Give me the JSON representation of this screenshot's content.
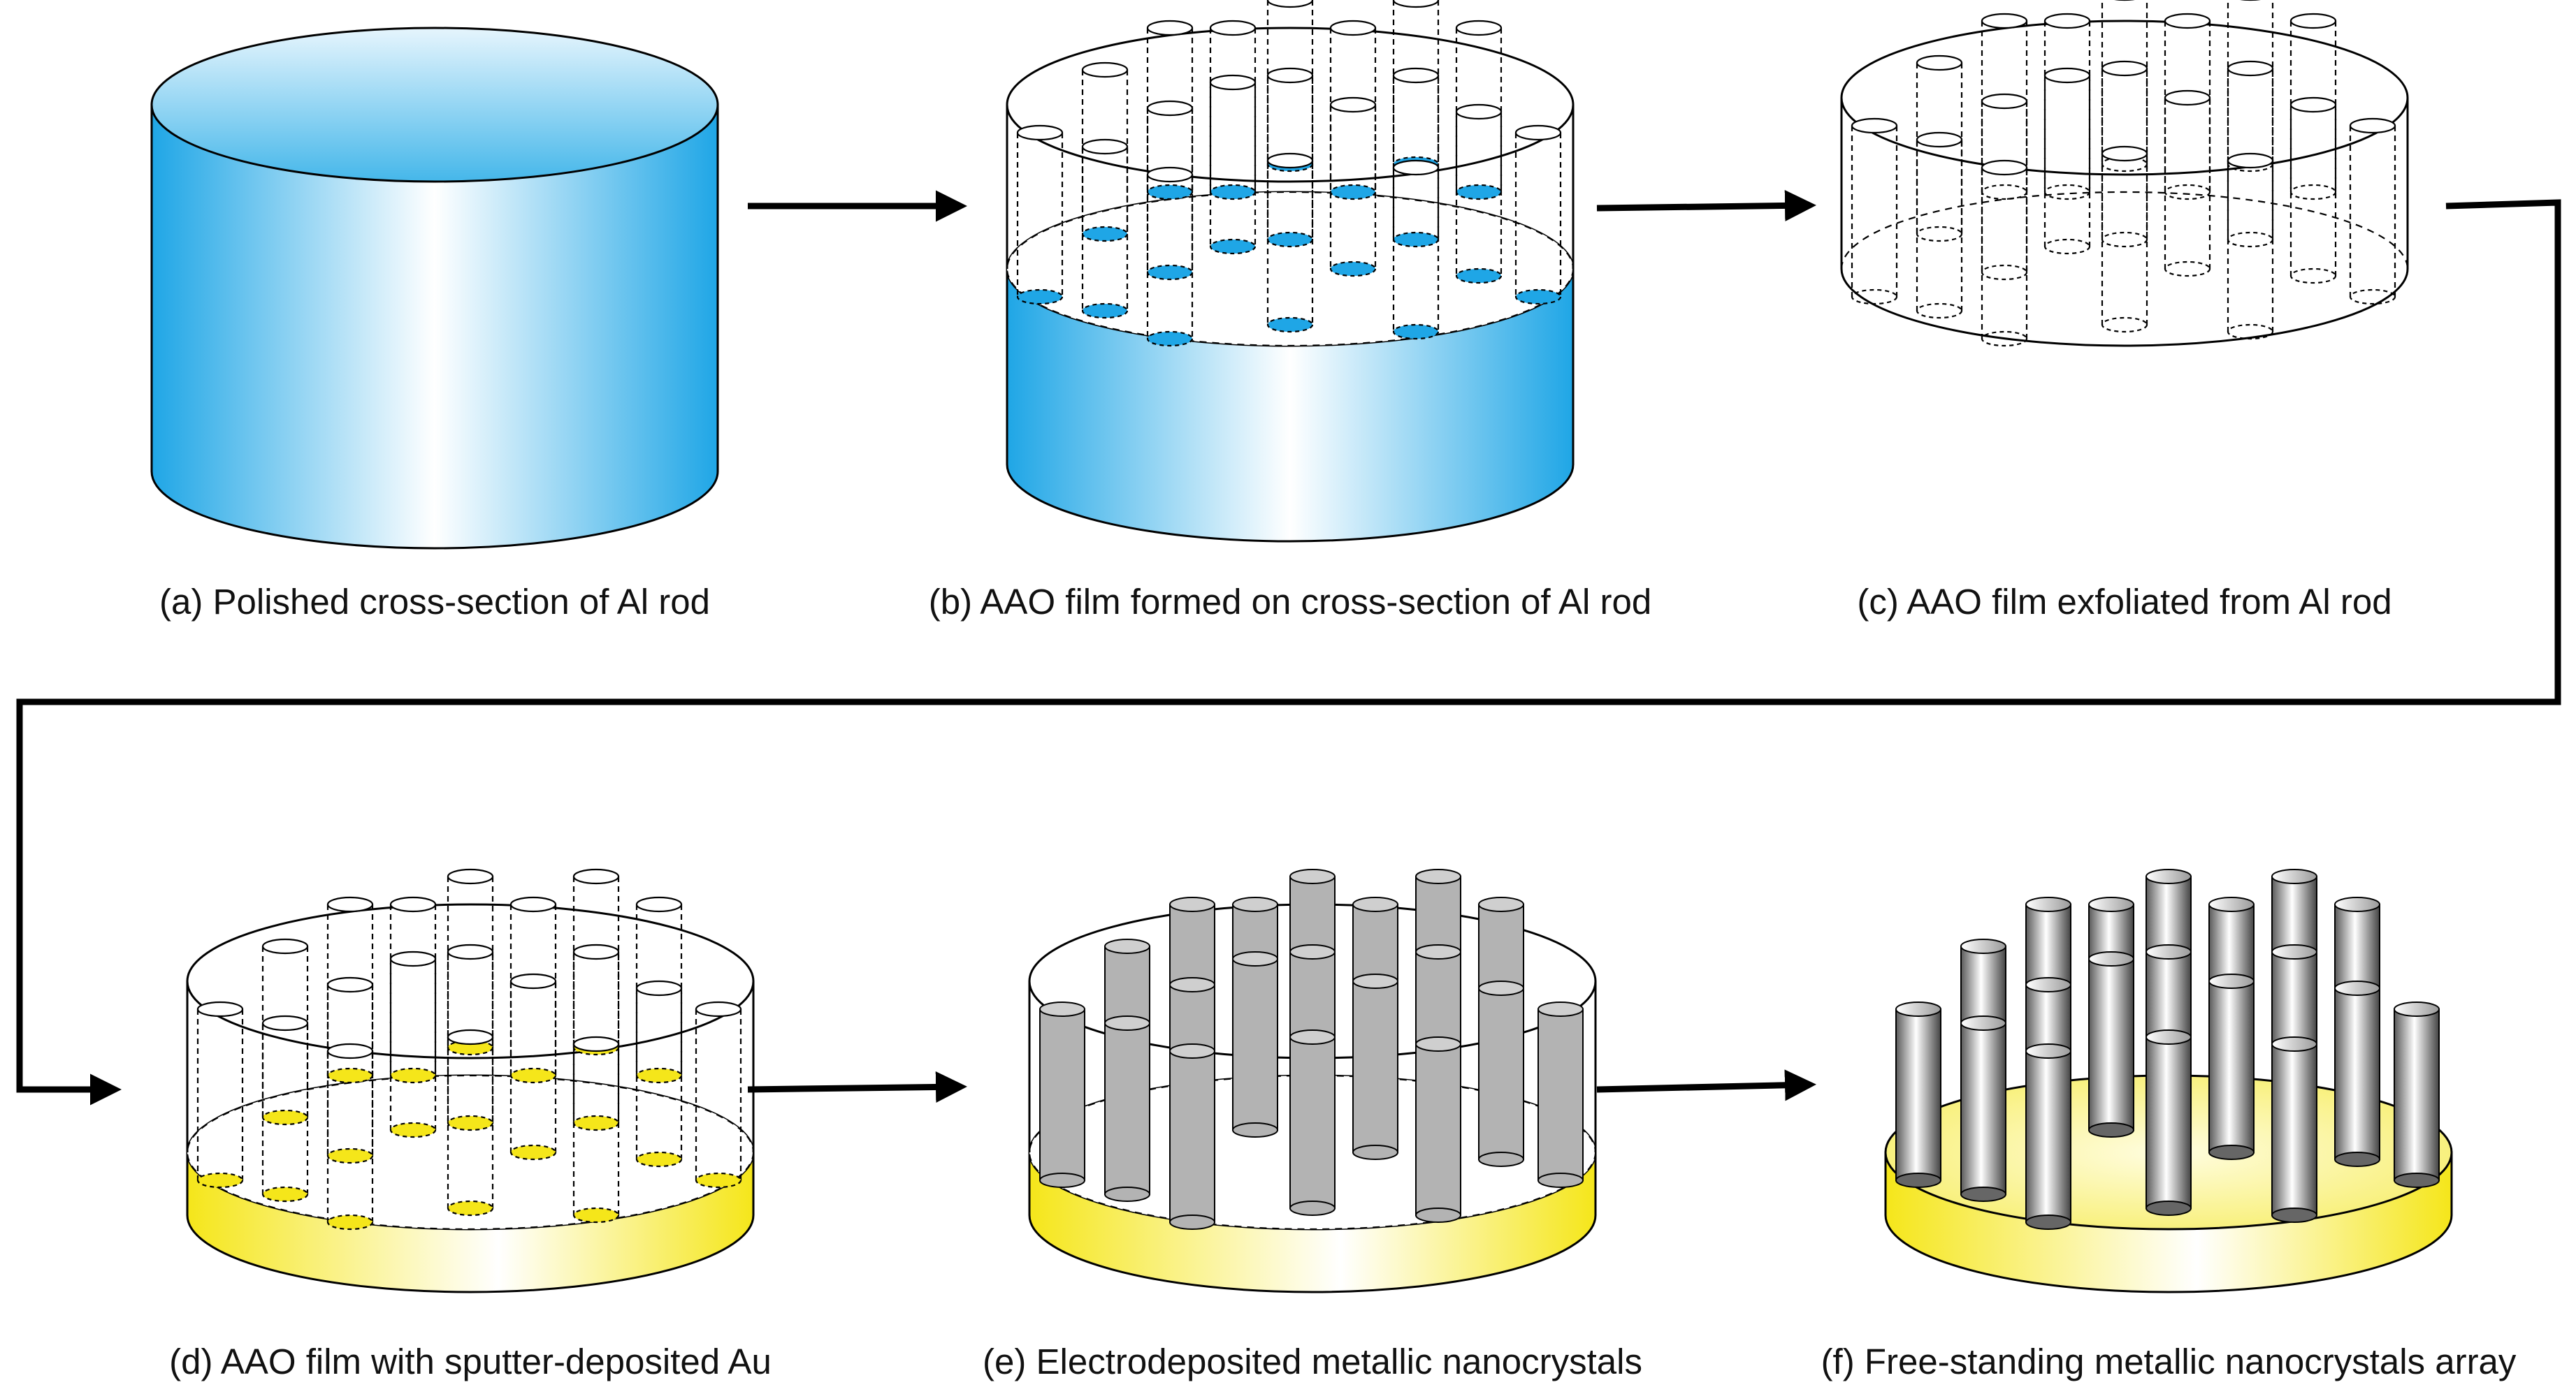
{
  "panels": [
    {
      "id": "a",
      "caption": "(a) Polished cross-section of Al rod"
    },
    {
      "id": "b",
      "caption": "(b) AAO film formed on cross-section of Al rod"
    },
    {
      "id": "c",
      "caption": "(c) AAO film exfoliated from Al rod"
    },
    {
      "id": "d",
      "caption": "(d) AAO film with sputter-deposited Au"
    },
    {
      "id": "e",
      "caption": "(e) Electrodeposited metallic nanocrystals"
    },
    {
      "id": "f",
      "caption": "(f) Free-standing metallic nanocrystals array"
    }
  ],
  "colors": {
    "aluminum": "#1fa6e6",
    "gold": "#f5e61a",
    "nanocrystal": "#b3b3b3",
    "outline": "#000000"
  }
}
